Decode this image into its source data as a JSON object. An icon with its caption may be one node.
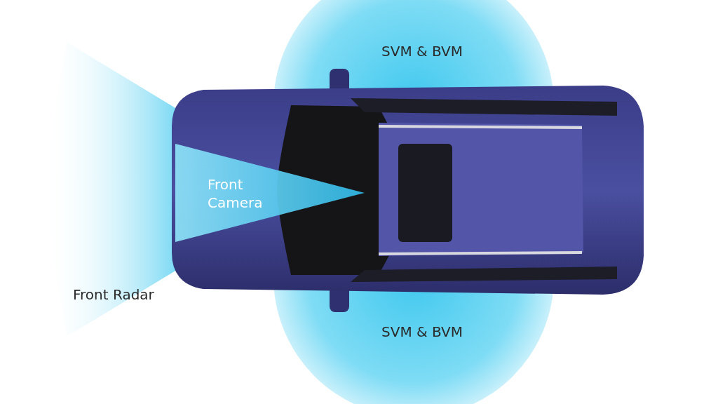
{
  "diagram": {
    "labels": [
      "SVM & BVM",
      "Front Camera",
      "Front Radar",
      "SVM & BVM"
    ]
  }
}
